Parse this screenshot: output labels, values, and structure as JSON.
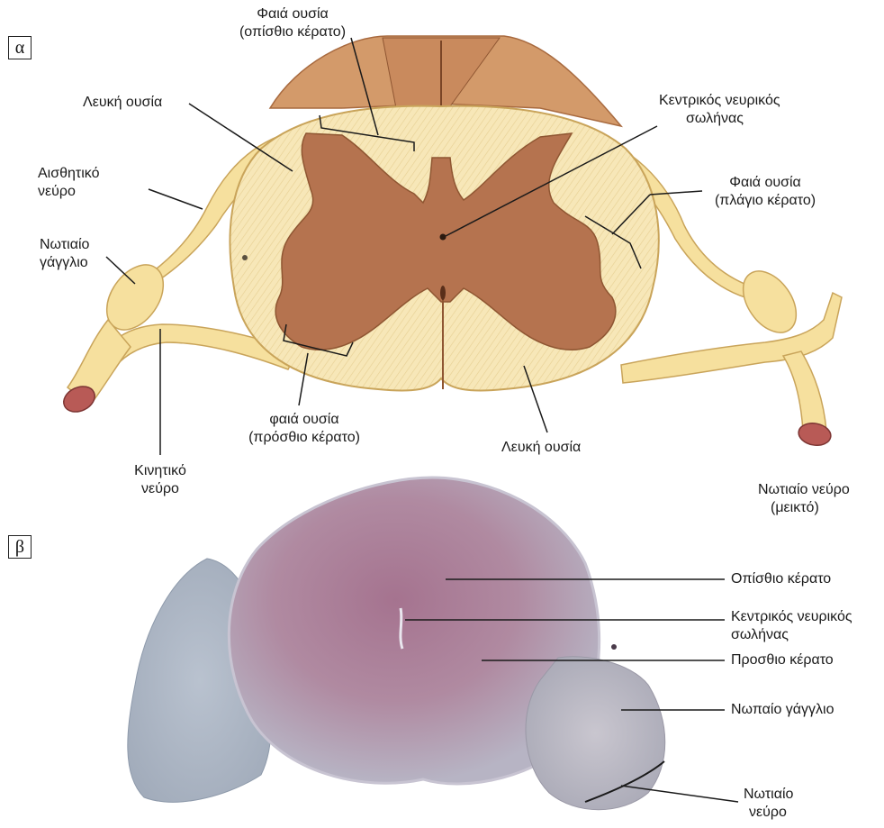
{
  "panels": {
    "a": {
      "tag": "α",
      "labels": {
        "grey_posterior": [
          "Φαιά ουσία",
          "(οπίσθιο κέρατο)"
        ],
        "white_matter_top": "Λευκή ουσία",
        "central_canal": [
          "Κεντρικός νευρικός",
          "σωλήνας"
        ],
        "sensory_nerve": [
          "Αισθητικό",
          "νεύρο"
        ],
        "grey_lateral": [
          "Φαιά ουσία",
          "(πλάγιο κέρατο)"
        ],
        "spinal_ganglion": [
          "Νωτιαίο",
          "γάγγλιο"
        ],
        "grey_anterior": [
          "φαιά ουσία",
          "(πρόσθιο κέρατο)"
        ],
        "white_matter_bottom": "Λευκή ουσία",
        "motor_nerve": [
          "Κινητικό",
          "νεύρο"
        ],
        "spinal_nerve_mixed": [
          "Νωτιαίο νεύρο",
          "(μεικτό)"
        ]
      }
    },
    "b": {
      "tag": "β",
      "labels": {
        "posterior_horn": "Οπίσθιο κέρατο",
        "central_canal": [
          "Κεντρικός νευρικός",
          "σωλήνας"
        ],
        "anterior_horn": "Προσθιο κέρατο",
        "spinal_ganglion": "Νωπαίο γάγγλιο",
        "spinal_nerve": [
          "Νωτιαίο",
          "νεύρο"
        ]
      }
    }
  },
  "colors": {
    "white_matter": "#f7e7b8",
    "white_matter_stripe": "#e3c684",
    "grey_matter": "#b5734f",
    "nerve": "#f6e09e",
    "nerve_edge": "#c9a45a",
    "meninges": "#c98d5f",
    "stain_purple": "#9a6f8f",
    "stain_blue": "#a9b6c4"
  }
}
